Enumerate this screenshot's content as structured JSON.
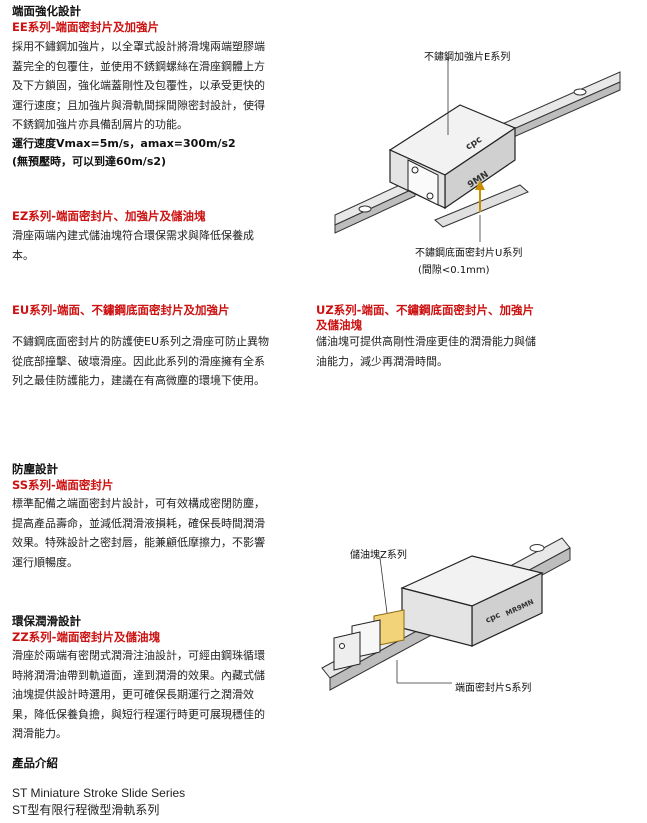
{
  "sections": {
    "strength": {
      "title": "端面強化設計",
      "ee_title": "EE系列-端面密封片及加強片",
      "ee_lines": [
        "採用不鏽鋼加強片，以全罩式設計將滑塊兩端塑膠端",
        "蓋完全的包覆住，並使用不銹鋼螺絲在滑座鋼體上方",
        "及下方鎖固，強化端蓋剛性及包覆性，以承受更快的",
        "運行速度；且加強片與滑軌間採間隙密封設計，使得",
        "不銹鋼加強片亦具備刮屑片的功能。"
      ],
      "speed_line1": "運行速度Vmax=5m/s，amax=300m/s2",
      "speed_line2": "(無預壓時，可以到達60m/s2)",
      "fig1_label_top": "不鏽鋼加強片E系列",
      "fig1_label_bottom1": "不鏽鋼底面密封片U系列",
      "fig1_label_bottom2": "(間隙<0.1mm)",
      "block_brand": "cpc",
      "block_model": "9MN",
      "ez_title": "EZ系列-端面密封片、加強片及儲油塊",
      "ez_lines": [
        "滑座兩端內建式儲油塊符合環保需求與降低保養成",
        "本。"
      ],
      "eu_title": "EU系列-端面、不鏽鋼底面密封片及加強片",
      "eu_lines": [
        "不鏽鋼底面密封片的防護使EU系列之滑座可防止異物",
        "從底部撞擊、破壞滑座。因此此系列的滑座擁有全系",
        "列之最佳防護能力，建議在有高微塵的環境下使用。"
      ],
      "uz_title_line1": "UZ系列-端面、不鏽鋼底面密封片、加強片",
      "uz_title_line2": "及儲油塊",
      "uz_lines": [
        "儲油塊可提供高剛性滑座更佳的潤滑能力與儲",
        "油能力，減少再潤滑時間。"
      ]
    },
    "dust": {
      "title": "防塵設計",
      "ss_title": "SS系列-端面密封片",
      "ss_lines": [
        "標準配備之端面密封片設計，可有效構成密閉防塵，",
        "提高產品壽命，並減低潤滑液損耗，確保長時間潤滑",
        "效果。特殊設計之密封唇，能兼顧低摩擦力，不影響",
        "運行順暢度。"
      ],
      "fig2_label_top": "儲油塊Z系列",
      "fig2_label_bottom": "端面密封片S系列",
      "block_brand2": "cpc",
      "block_model2": "MR9MN"
    },
    "lube": {
      "title": "環保潤滑設計",
      "zz_title": "ZZ系列-端面密封片及儲油塊",
      "zz_lines": [
        "滑座於兩端有密閉式潤滑注油設計，可經由鋼珠循環",
        "時將潤滑油帶到軌道面，達到潤滑的效果。內藏式儲",
        "油塊提供設計時選用，更可確保長期運行之潤滑效",
        "果，降低保養負擔，與短行程運行時更可展現穩佳的",
        "潤滑能力。"
      ]
    },
    "product": {
      "title": "產品介紹",
      "en_name": "ST Miniature Stroke Slide Series",
      "zh_name": "ST型有限行程微型滑軌系列"
    }
  },
  "colors": {
    "accent": "#cc1111",
    "text": "#222222"
  }
}
